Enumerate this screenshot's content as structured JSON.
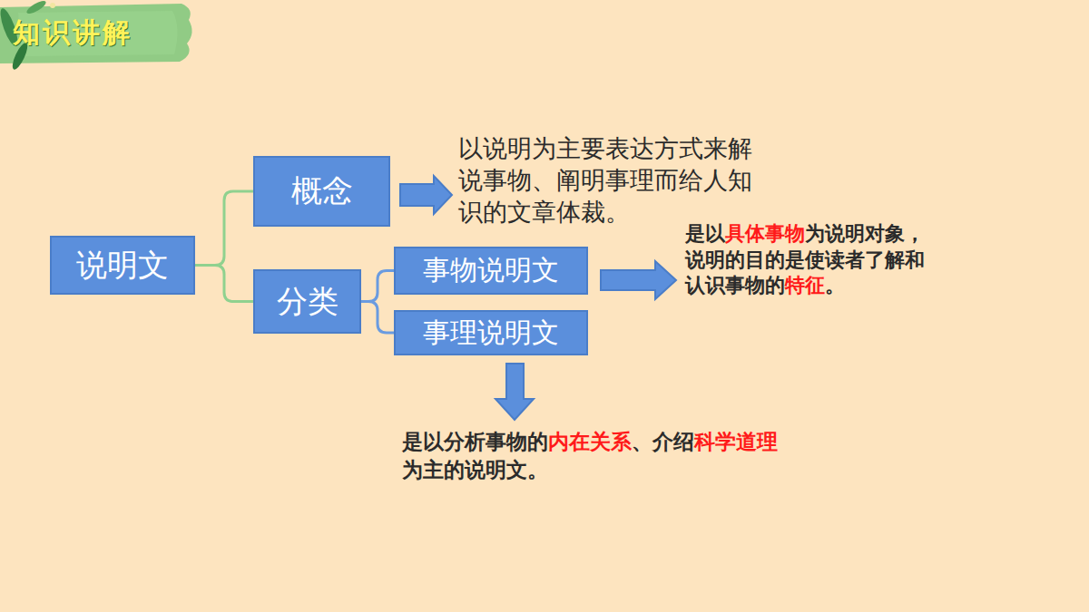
{
  "diagram": {
    "title": "知识讲解",
    "nodes": [
      {
        "text": [
          "说明文"
        ]
      },
      {
        "text": [
          "概念"
        ]
      },
      {
        "text": [
          "分类"
        ]
      },
      {
        "text": [
          "事物说明文"
        ]
      },
      {
        "text": [
          "事理说明文"
        ]
      }
    ],
    "edges": [
      {
        "from": 0,
        "to": 1,
        "arrow": "none"
      },
      {
        "from": 0,
        "to": 2,
        "arrow": "none"
      },
      {
        "from": 2,
        "to": 3,
        "arrow": "none"
      },
      {
        "from": 2,
        "to": 4,
        "arrow": "none"
      }
    ],
    "labels": [
      "以说明为主要表达方式来解说事物、阐明事理而给人知识的文章体裁。",
      "是以",
      "具体事物",
      "为说明对象，说明的目的是使读者了解和认识事物的",
      "特征",
      "。",
      "是以分析事物的",
      "内在关系",
      "、介绍",
      "科学道理",
      "为主的说明文。"
    ]
  }
}
